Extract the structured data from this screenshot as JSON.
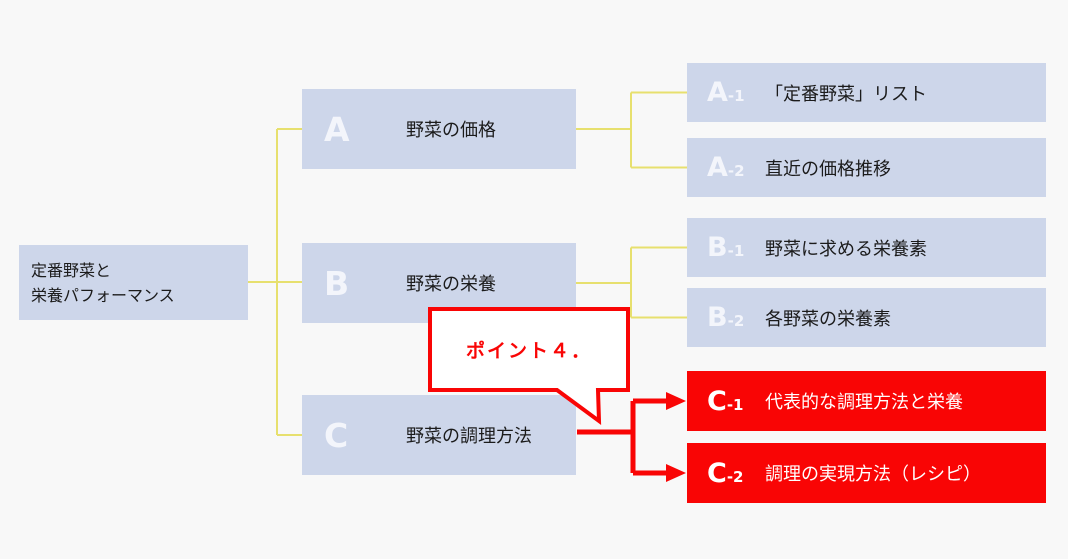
{
  "diagram": {
    "root": {
      "title_line1": "定番野菜と",
      "title_line2": "栄養パフォーマンス"
    },
    "level1": [
      {
        "id": "A",
        "label": "野菜の価格"
      },
      {
        "id": "B",
        "label": "野菜の栄養"
      },
      {
        "id": "C",
        "label": "野菜の調理方法"
      }
    ],
    "level2": [
      {
        "id": "A",
        "sub": "-1",
        "label": "「定番野菜」リスト",
        "variant": "normal"
      },
      {
        "id": "A",
        "sub": "-2",
        "label": "直近の価格推移",
        "variant": "normal"
      },
      {
        "id": "B",
        "sub": "-1",
        "label": "野菜に求める栄養素",
        "variant": "normal"
      },
      {
        "id": "B",
        "sub": "-2",
        "label": "各野菜の栄養素",
        "variant": "normal"
      },
      {
        "id": "C",
        "sub": "-1",
        "label": "代表的な調理方法と栄養",
        "variant": "highlight"
      },
      {
        "id": "C",
        "sub": "-2",
        "label": "調理の実現方法（レシピ）",
        "variant": "highlight"
      }
    ],
    "callout": {
      "text": "ポイント４．"
    },
    "colors": {
      "background": "#F8F8F8",
      "node_fill": "#CDD6EA",
      "node_letter": "#F3F5FB",
      "highlight_red": "#F90505",
      "connector_yellow": "#E7E06E",
      "text_black": "#1B1B1B"
    }
  }
}
